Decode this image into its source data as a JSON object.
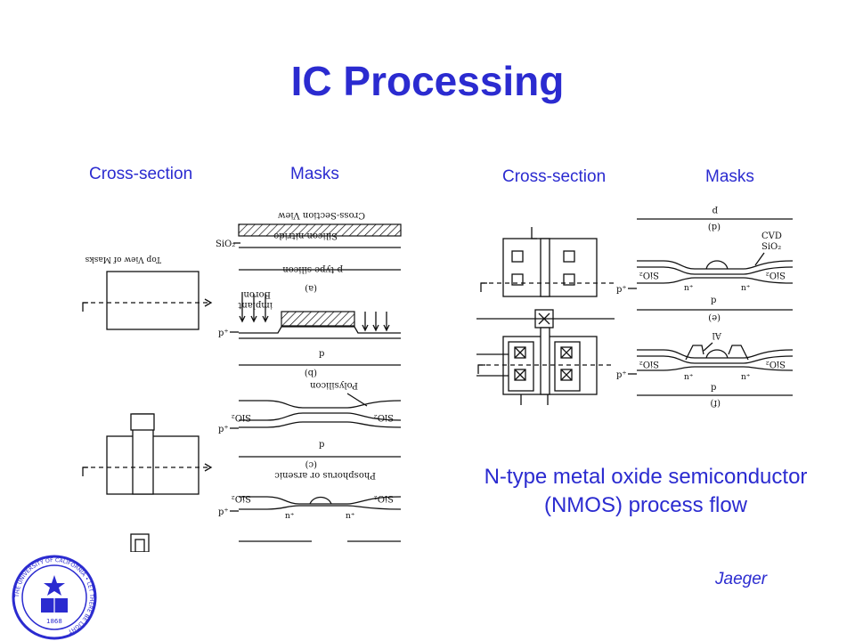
{
  "title": "IC Processing",
  "left_panel": {
    "header_cross_section": "Cross-section",
    "header_masks": "Masks",
    "top_view_label": "Top View of Masks",
    "cross_section_view_label": "Cross-Section View",
    "silicon_nitride_label": "Silicon nitride",
    "sio2_label": "SiO₂",
    "p_type_silicon_label": "p-type silicon",
    "boron_label": "Boron",
    "implant_label": "implant",
    "step_a": "(a)",
    "step_b": "(b)",
    "step_c": "(c)",
    "p_label": "p",
    "p_plus_label": "p⁺",
    "polysilicon_label": "Polysilicon",
    "phosphorus_label": "Phosphorus or arsenic",
    "n_plus_label": "n⁺"
  },
  "right_panel": {
    "header_cross_section": "Cross-section",
    "header_masks": "Masks",
    "p_label": "p",
    "step_d": "(d)",
    "step_e": "(e)",
    "step_f": "(f)",
    "cvd_label": "CVD",
    "sio2_label": "SiO₂",
    "al_label": "Al",
    "n_plus_label": "n⁺",
    "p_plus_label": "p⁺"
  },
  "caption_line1": "N-type metal oxide semiconductor",
  "caption_line2": "(NMOS) process flow",
  "credit": "Jaeger",
  "logo": {
    "text": "THE UNIVERSITY OF CALIFORNIA • LET THERE BE LIGHT",
    "year": "1868",
    "ring_color": "#2b2bd0"
  }
}
